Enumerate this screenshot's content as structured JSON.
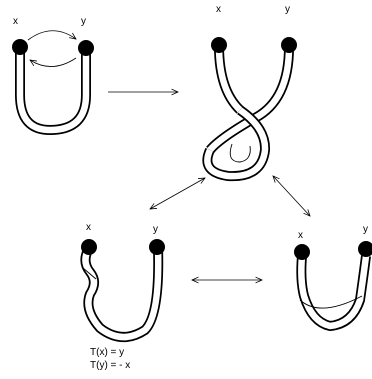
{
  "colors": {
    "ink": "#000000",
    "ribbon_fill": "#ffffff",
    "endpoint": "#000000"
  },
  "labels": {
    "x": "x",
    "y": "y"
  },
  "equations": {
    "line1": "T(x) = y",
    "line2": "T(y) = - x"
  }
}
